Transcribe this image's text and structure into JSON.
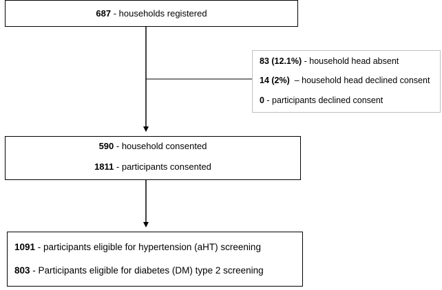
{
  "registered": {
    "count": "687",
    "text": " - households registered"
  },
  "exclusions": [
    {
      "count": "83 (12.1%)",
      "text": " - household head absent"
    },
    {
      "count": "14 (2%)",
      "text": "  – household head declined consent"
    },
    {
      "count": "0",
      "text": " - participants declined consent"
    }
  ],
  "consented": [
    {
      "count": "590",
      "text": " - household consented"
    },
    {
      "count": "1811",
      "text": " - participants consented"
    }
  ],
  "eligible": [
    {
      "count": "1091",
      "text": " - participants eligible for hypertension (aHT) screening"
    },
    {
      "count": "803",
      "text": " - Participants eligible for diabetes (DM) type 2 screening"
    }
  ]
}
